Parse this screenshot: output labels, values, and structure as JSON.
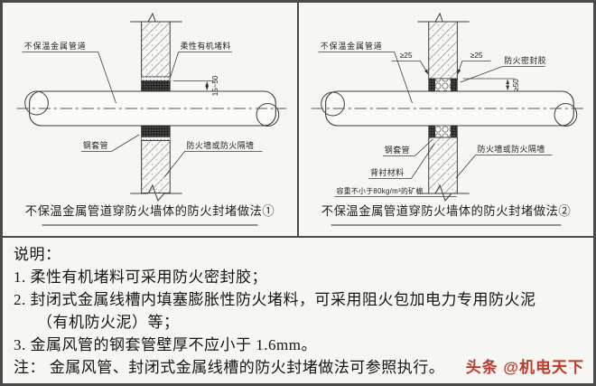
{
  "panels": [
    {
      "caption": "不保温金属管道穿防火墙体的防火封堵做法①",
      "labels": {
        "pipe": "不保温金属管道",
        "filler": "柔性有机堵料",
        "sleeve": "钢套管",
        "wall": "防火墙或防火隔墙",
        "dim_depth": "15~50"
      }
    },
    {
      "caption": "不保温金属管道穿防火墙体的防火封堵做法②",
      "labels": {
        "pipe": "不保温金属管道",
        "sealant": "防火密封胶",
        "sleeve": "钢套管",
        "backing": "背衬材料",
        "wool": "容重不小于80kg/m³的矿棉",
        "wall": "防火墙或防火隔墙",
        "dim_left": "≥25",
        "dim_right": "≥25",
        "dim_depth": "≥50"
      }
    }
  ],
  "notes": {
    "heading": "说明：",
    "item1": "1. 柔性有机堵料可采用防火密封胶；",
    "item2_line1": "2. 封闭式金属线槽内填塞膨胀性防火堵料，可采用阻火包加电力专用防火泥",
    "item2_line2": "（有机防火泥）等；",
    "item3": "3. 金属风管的钢套管壁厚不应小于 1.6mm。",
    "note_line": "注： 金属风管、封闭式金属线槽的防火封堵做法可参照执行。"
  },
  "watermark": {
    "text": "头条 @机电天下",
    "color": "#c0392b"
  }
}
